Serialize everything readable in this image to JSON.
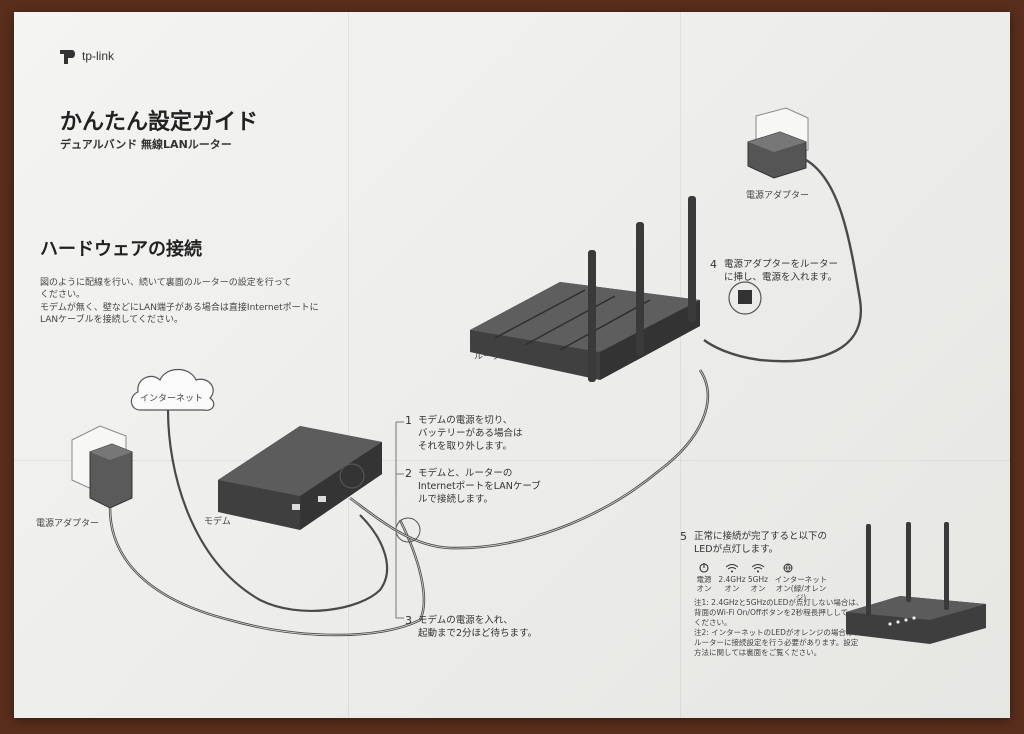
{
  "brand": {
    "logo_text": "tp-link"
  },
  "guide": {
    "title": "かんたん設定ガイド",
    "subtitle": "デュアルバンド 無線LANルーター"
  },
  "hardware": {
    "title": "ハードウェアの接続",
    "intro_line1": "図のように配線を行い、続いて裏面のルーターの設定を行って",
    "intro_line2": "ください。",
    "intro_line3": "モデムが無く、壁などにLAN端子がある場合は直接Internetポートに",
    "intro_line4": "LANケーブルを接続してください。"
  },
  "labels": {
    "internet": "インターネット",
    "power_adapter_left": "電源アダプター",
    "modem": "モデム",
    "router": "ルーター",
    "power_adapter_top": "電源アダプター"
  },
  "steps": {
    "s1_num": "1",
    "s1_line1": "モデムの電源を切り、",
    "s1_line2": "バッテリーがある場合は",
    "s1_line3": "それを取り外します。",
    "s2_num": "2",
    "s2_line1": "モデムと、ルーターの",
    "s2_line2": "InternetポートをLANケーブ",
    "s2_line3": "ルで接続します。",
    "s3_num": "3",
    "s3_line1": "モデムの電源を入れ、",
    "s3_line2": "起動まで2分ほど待ちます。",
    "s4_num": "4",
    "s4_line1": "電源アダプターをルーター",
    "s4_line2": "に挿し、電源を入れます。",
    "s5_num": "5",
    "s5_line1": "正常に接続が完了すると以下の",
    "s5_line2": "LEDが点灯します。"
  },
  "leds": [
    {
      "icon": "power-icon",
      "line1": "電源",
      "line2": "オン"
    },
    {
      "icon": "wifi-24-icon",
      "line1": "2.4GHz",
      "line2": "オン"
    },
    {
      "icon": "wifi-5-icon",
      "line1": "5GHz",
      "line2": "オン"
    },
    {
      "icon": "internet-icon",
      "line1": "インターネット",
      "line2": "オン(緑/オレンジ)"
    }
  ],
  "notes": {
    "n1_line1": "注1: 2.4GHzと5GHzのLEDが点灯しない場合は、",
    "n1_line2": "背面のWi-Fi On/Offボタンを2秒程長押しして",
    "n1_line3": "ください。",
    "n2_line1": "注2: インターネットのLEDがオレンジの場合は、",
    "n2_line2": "ルーターに接続設定を行う必要があります。設定",
    "n2_line3": "方法に関しては裏面をご覧ください。"
  },
  "colors": {
    "paper": "#efefed",
    "ink": "#2b2b2b",
    "device_dark": "#4a4a4a",
    "table_wood": "#5a2e1c"
  }
}
